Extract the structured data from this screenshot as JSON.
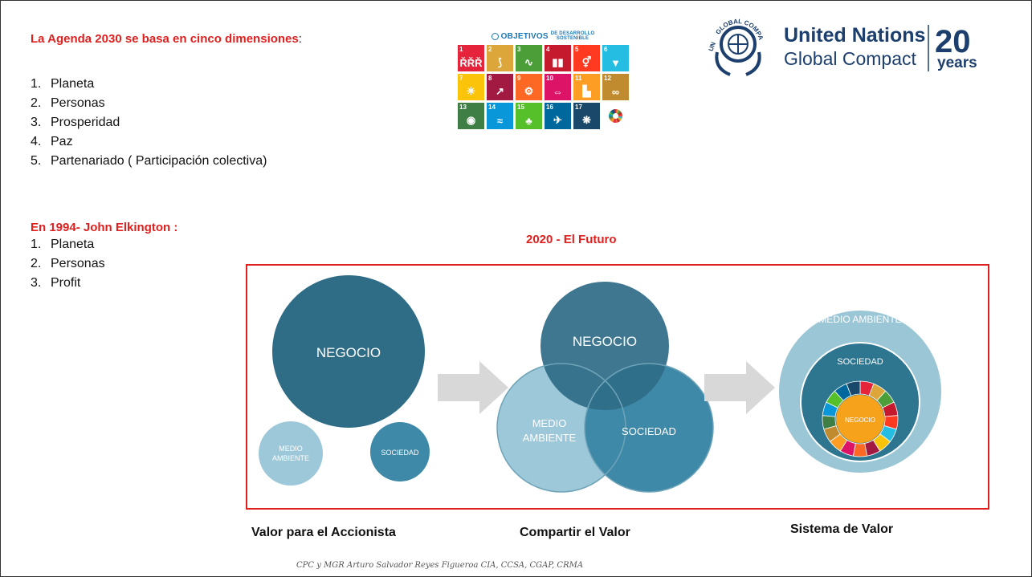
{
  "agenda": {
    "title": "La Agenda 2030 se basa en cinco dimensiones",
    "colon": ":",
    "items": [
      {
        "num": "1.",
        "label": "Planeta"
      },
      {
        "num": "2.",
        "label": "Personas"
      },
      {
        "num": "3.",
        "label": "Prosperidad"
      },
      {
        "num": "4.",
        "label": "Paz"
      },
      {
        "num": "5.",
        "label": "Partenariado ( Participación colectiva)"
      }
    ]
  },
  "elkington": {
    "title": "En 1994- John Elkington :",
    "items": [
      {
        "num": "1.",
        "label": "Planeta"
      },
      {
        "num": "2.",
        "label": "Personas"
      },
      {
        "num": "3.",
        "label": "Profit"
      }
    ]
  },
  "future_title": "2020  - El Futuro",
  "sdg_panel": {
    "title": "OBJETIVOS",
    "subtitle_line1": "DE DESARROLLO",
    "subtitle_line2": "SOSTENIBLE",
    "tiles": [
      {
        "num": "1",
        "color": "#e5243b",
        "icon": "ŘŘŘ"
      },
      {
        "num": "2",
        "color": "#dda63a",
        "icon": "⟆"
      },
      {
        "num": "3",
        "color": "#4c9f38",
        "icon": "∿"
      },
      {
        "num": "4",
        "color": "#c5192d",
        "icon": "▮▮"
      },
      {
        "num": "5",
        "color": "#ff3a21",
        "icon": "⚥"
      },
      {
        "num": "6",
        "color": "#26bde2",
        "icon": "▼"
      },
      {
        "num": "7",
        "color": "#fcc30b",
        "icon": "☀"
      },
      {
        "num": "8",
        "color": "#a21942",
        "icon": "↗"
      },
      {
        "num": "9",
        "color": "#fd6925",
        "icon": "⚙"
      },
      {
        "num": "10",
        "color": "#dd1367",
        "icon": "⇔"
      },
      {
        "num": "11",
        "color": "#fd9d24",
        "icon": "▙"
      },
      {
        "num": "12",
        "color": "#bf8b2e",
        "icon": "∞"
      },
      {
        "num": "13",
        "color": "#3f7e44",
        "icon": "◉"
      },
      {
        "num": "14",
        "color": "#0a97d9",
        "icon": "≈"
      },
      {
        "num": "15",
        "color": "#56c02b",
        "icon": "♣"
      },
      {
        "num": "16",
        "color": "#00689d",
        "icon": "✈"
      },
      {
        "num": "17",
        "color": "#19486a",
        "icon": "❋"
      },
      {
        "num": "",
        "color": "#ffffff",
        "icon": "wheel"
      }
    ]
  },
  "ungc": {
    "seal_text": "GLOBAL COMPACT",
    "seal_prefix": "UN",
    "line1": "United Nations",
    "line2": "Global Compact",
    "years_num": "20",
    "years_label": "years",
    "blue": "#1c3f6e"
  },
  "diagram": {
    "negocio": "NEGOCIO",
    "medio_ambiente_1": "MEDIO",
    "medio_ambiente_2": "AMBIENTE",
    "sociedad": "SOCIEDAD",
    "medio_ambiente_full": "MEDIO AMBIENTE",
    "colors": {
      "dark": "#2f6d86",
      "mid": "#3e89a8",
      "light": "#9cc8d9",
      "outer": "#9ac6d6",
      "arrow": "#d8d8d8",
      "center": "#f7a21b",
      "frame": "#e0201f"
    }
  },
  "captions": {
    "accionista": "Valor para el Accionista",
    "compartir": "Compartir el Valor",
    "sistema": "Sistema de Valor"
  },
  "footer": "CPC y MGR Arturo Salvador Reyes Figueroa CIA, CCSA, CGAP, CRMA"
}
